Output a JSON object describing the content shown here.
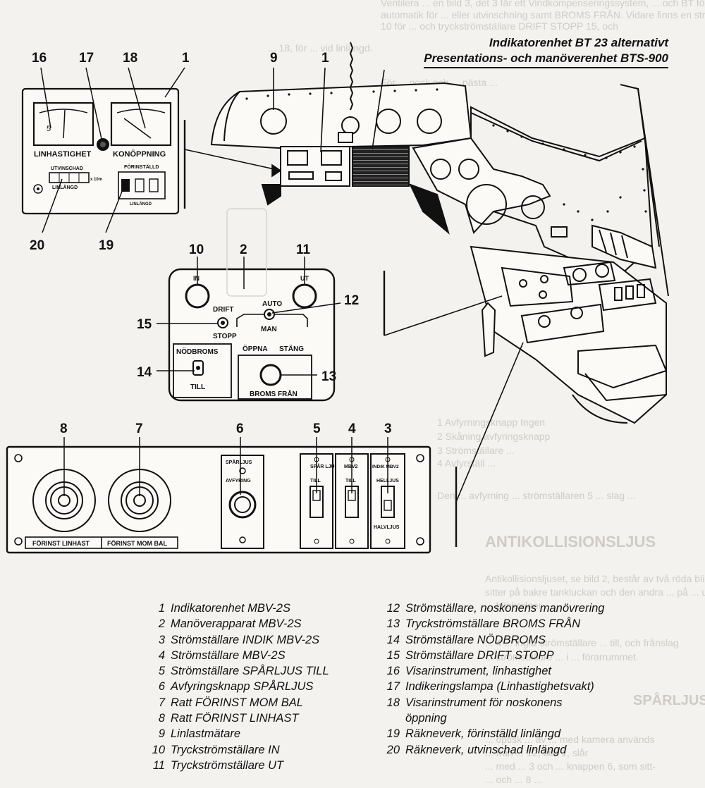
{
  "title": {
    "line1": "Indikatorenhet BT 23 alternativt",
    "line2": "Presentations- och manöverenhet BTS-900"
  },
  "callouts": {
    "n16": "16",
    "n17": "17",
    "n18": "18",
    "n1a": "1",
    "n9": "9",
    "n1b": "1",
    "n20": "20",
    "n19": "19",
    "n10": "10",
    "n2": "2",
    "n11": "11",
    "n12": "12",
    "n13": "13",
    "n14": "14",
    "n15": "15",
    "n8": "8",
    "n7": "7",
    "n6": "6",
    "n5": "5",
    "n4": "4",
    "n3": "3"
  },
  "indicator_panel": {
    "label_linhastighet": "LINHASTIGHET",
    "label_konoppning": "KONÖPPNING",
    "label_utvinschad": "UTVINSCHAD",
    "label_linlangd_left": "LINLÄNGD",
    "label_x10m": "x 10m",
    "label_forinstalld": "FÖRINSTÄLLD",
    "label_linlangd_right": "LINLÄNGD"
  },
  "control_panel": {
    "in": "IN",
    "ut": "UT",
    "auto": "AUTO",
    "drift": "DRIFT",
    "stopp": "STOPP",
    "man": "MAN",
    "oppna": "ÖPPNA",
    "stang": "STÄNG",
    "nodbroms": "NÖDBROMS",
    "till": "TILL",
    "broms_fran": "BROMS FRÅN"
  },
  "lower_panel": {
    "forinst_linhast": "FÖRINST LINHAST",
    "forinst_mom_bal": "FÖRINST MOM BAL",
    "sparljus": "SPÅRLJUS",
    "avfyring": "AVFYRING",
    "sw5_top": "SPÅR LJUS",
    "sw5_bottom": "TILL",
    "sw4_top": "MBV2",
    "sw4_bottom": "TILL",
    "sw3_top": "INDIK MBV2",
    "sw3_mid": "HELLJUS",
    "sw3_bottom": "HALVLJUS"
  },
  "legend_left": [
    {
      "n": "1",
      "text": "Indikatorenhet MBV-2S"
    },
    {
      "n": "2",
      "text": "Manöverapparat MBV-2S"
    },
    {
      "n": "3",
      "text": "Strömställare INDIK MBV-2S"
    },
    {
      "n": "4",
      "text": "Strömställare MBV-2S"
    },
    {
      "n": "5",
      "text": "Strömställare SPÅRLJUS TILL"
    },
    {
      "n": "6",
      "text": "Avfyringsknapp SPÅRLJUS"
    },
    {
      "n": "7",
      "text": "Ratt FÖRINST MOM BAL"
    },
    {
      "n": "8",
      "text": "Ratt FÖRINST LINHAST"
    },
    {
      "n": "9",
      "text": "Linlastmätare"
    },
    {
      "n": "10",
      "text": "Tryckströmställare IN"
    },
    {
      "n": "11",
      "text": "Tryckströmställare UT"
    }
  ],
  "legend_right": [
    {
      "n": "12",
      "text": "Strömställare, noskonens manövrering"
    },
    {
      "n": "13",
      "text": "Tryckströmställare BROMS FRÅN"
    },
    {
      "n": "14",
      "text": "Strömställare NÖDBROMS"
    },
    {
      "n": "15",
      "text": "Strömställare DRIFT STOPP"
    },
    {
      "n": "16",
      "text": "Visarinstrument, linhastighet"
    },
    {
      "n": "17",
      "text": "Indikeringslampa (Linhastighetsvakt)"
    },
    {
      "n": "18",
      "text": "Visarinstrument för noskonens\nöppning"
    },
    {
      "n": "19",
      "text": "Räkneverk, förinställd linlängd"
    },
    {
      "n": "20",
      "text": "Räkneverk, utvinschad linlängd"
    }
  ],
  "show_through": {
    "top1": "Ventilera ... en bild 3, det 3 får ett Vindkompenseringssystem, ... och BT för",
    "top2": "automatik för ... eller utvinschning samt BROMS FRÅN. Vidare finns en strömställare",
    "top3": "10 för ... och tryckströmställare DRIFT STOPP 15, och",
    "top4": "... 18, för ... vid linlängd.",
    "mid1": "För ... nock och ... nästa ...",
    "mid2": "1 Avfyrningsknapp Ingen",
    "mid3": "2 Skåning avfyringsknapp",
    "mid4": "3 Strömställare ...",
    "mid5": "4 Avfyrställ ...",
    "mid6": "Den ... avfyrning ... strömställaren 5 ... slag ...",
    "heading1": "ANTIKOLLISIONSLJUS",
    "p1": "Antikollisionsljuset, se bild 2, består av två röda blinklampor. Den ena ...",
    "p2": "sitter på bakre tankluckan och den andra ... på ... undersida. Den",
    "p3": "... blinkrelaer ...",
    "p4": "... 4 ... ingår strömställare ... till, och frånslag",
    "p5": "... strömställare ... i ... förarrummet.",
    "heading2": "SPÅRLJUS",
    "p6": "... optisk ... av ... med kamera används",
    "p7": "... från ... 12, bild 1, slår",
    "p8": "... med ... 3 och ... knappen 6, som sitt-",
    "p9": "... och ... 8 ..."
  },
  "colors": {
    "ink": "#111111",
    "paper": "#f4f2ee",
    "faint": "#cfccc6"
  }
}
